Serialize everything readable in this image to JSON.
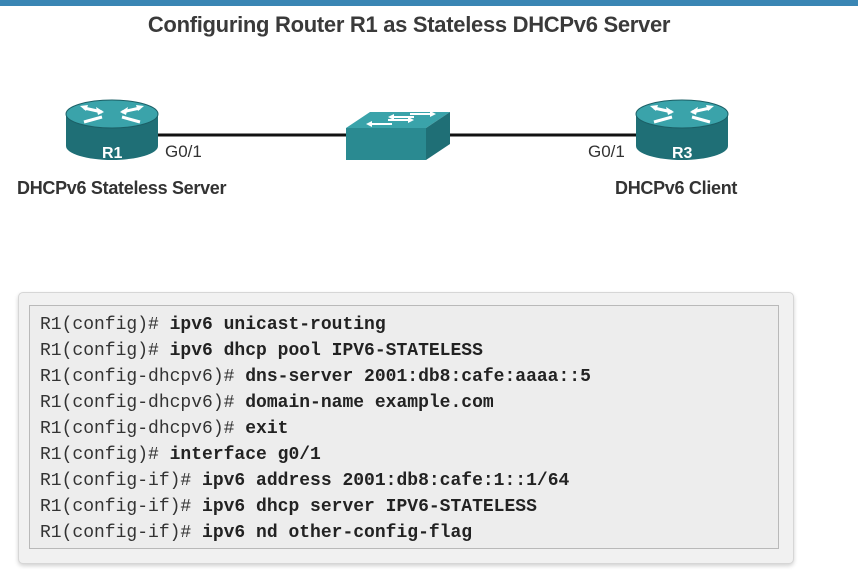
{
  "title": "Configuring Router R1 as Stateless DHCPv6 Server",
  "topology": {
    "left_router": {
      "name": "R1",
      "port": "G0/1",
      "caption": "DHCPv6 Stateless Server"
    },
    "right_router": {
      "name": "R3",
      "port": "G0/1",
      "caption": "DHCPv6 Client"
    },
    "colors": {
      "router_top": "#2e8f96",
      "router_side": "#1f6f76",
      "switch_top": "#2e8f96",
      "link": "#111111",
      "accent_bar": "#3a86b4"
    }
  },
  "config": {
    "lines": [
      {
        "prompt": "R1(config)# ",
        "command": "ipv6 unicast-routing"
      },
      {
        "prompt": "R1(config)# ",
        "command": "ipv6 dhcp pool IPV6-STATELESS"
      },
      {
        "prompt": "R1(config-dhcpv6)# ",
        "command": "dns-server 2001:db8:cafe:aaaa::5"
      },
      {
        "prompt": "R1(config-dhcpv6)# ",
        "command": "domain-name example.com"
      },
      {
        "prompt": "R1(config-dhcpv6)# ",
        "command": "exit"
      },
      {
        "prompt": "R1(config)# ",
        "command": "interface g0/1"
      },
      {
        "prompt": "R1(config-if)# ",
        "command": "ipv6 address 2001:db8:cafe:1::1/64"
      },
      {
        "prompt": "R1(config-if)# ",
        "command": "ipv6 dhcp server IPV6-STATELESS"
      },
      {
        "prompt": "R1(config-if)# ",
        "command": "ipv6 nd other-config-flag"
      }
    ]
  }
}
